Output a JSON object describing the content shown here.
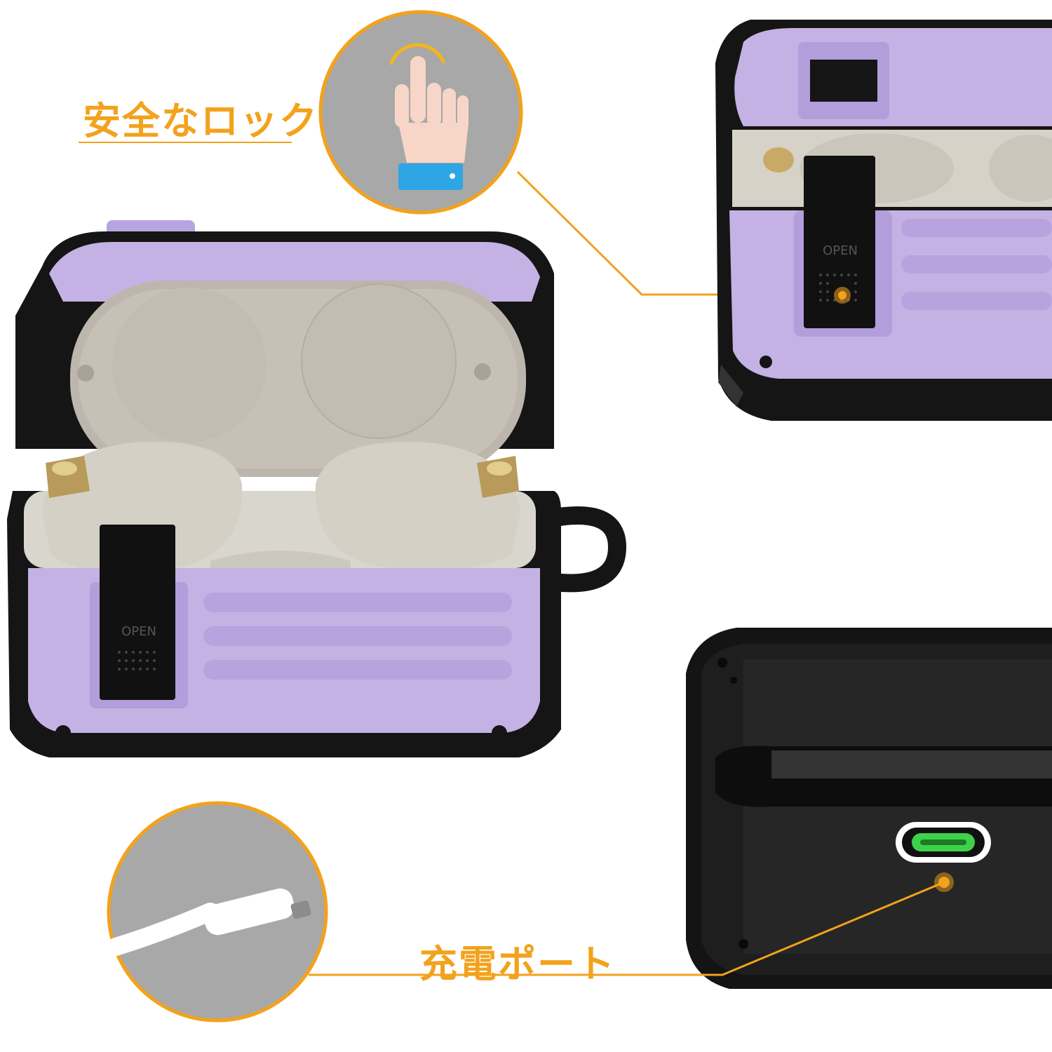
{
  "labels": {
    "secure_lock": "安全なロック",
    "charging_port": "充電ポート"
  },
  "case": {
    "open_text_main": "OPEN",
    "open_text_detail": "OPEN"
  },
  "colors": {
    "accent": "#f2a21c",
    "case_purple": "#c4b2e4",
    "case_purple_dark": "#ad98d8",
    "case_black": "#151515",
    "earbud": "#d4d0c6",
    "tray": "#c6c0b6",
    "callout_bg": "#a8a8a8",
    "usb_green": "#3ed24a"
  },
  "icons": [
    "tap-hand-icon",
    "usb-cable-icon",
    "usb-c-port-icon"
  ]
}
